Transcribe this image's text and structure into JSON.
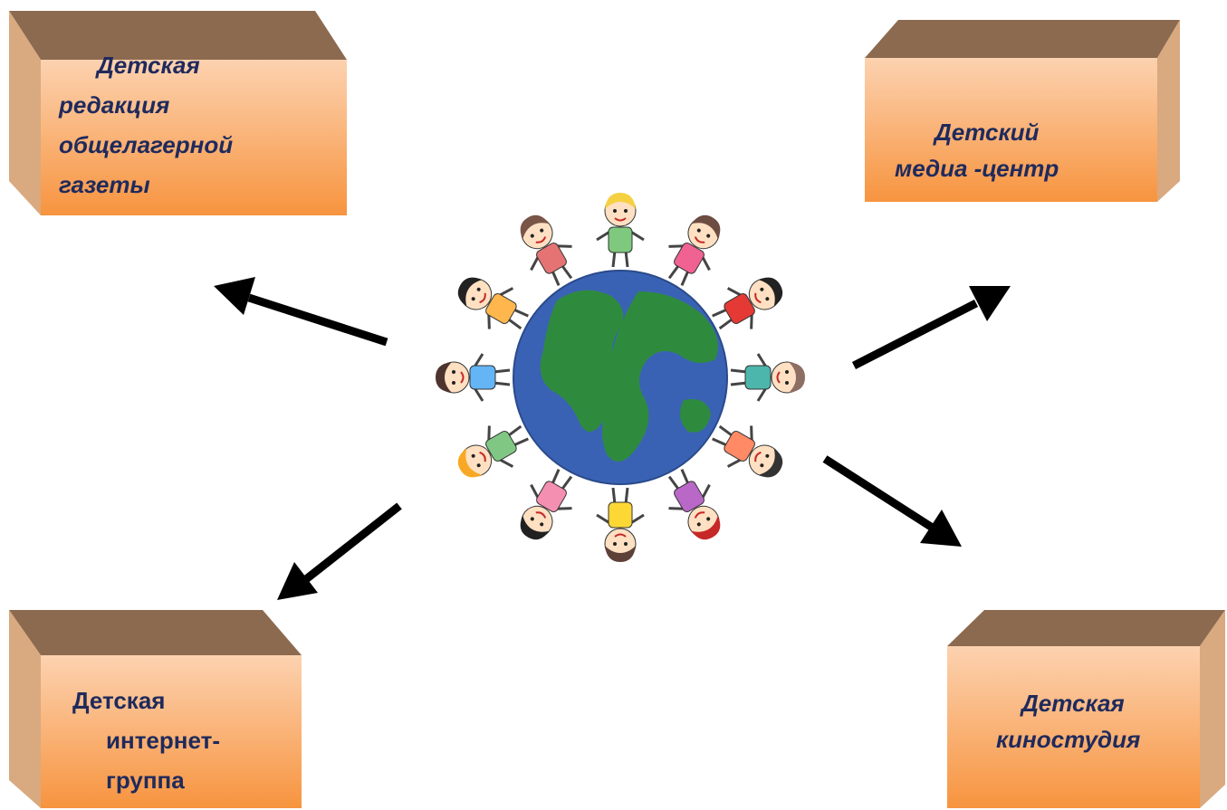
{
  "boxes": {
    "top_left": {
      "lines": [
        "Детская",
        "редакция",
        "общелагерной",
        "газеты"
      ]
    },
    "top_right": {
      "lines": [
        "Детский",
        "медиа -центр"
      ]
    },
    "bottom_left": {
      "lines": [
        "Детская",
        "интернет-",
        "группа"
      ]
    },
    "bottom_right": {
      "lines": [
        "Детская",
        "киностудия"
      ]
    }
  },
  "colors": {
    "box_top": "#8c6a4f",
    "box_side": "#d9a97f",
    "box_front_light": "#fcd2b0",
    "box_front_dark": "#f7943f",
    "text": "#1f2a5c",
    "arrow": "#000000",
    "ocean": "#3a62b4",
    "land": "#2e8b3e"
  },
  "center_image": {
    "icon": "children-around-globe-icon"
  }
}
